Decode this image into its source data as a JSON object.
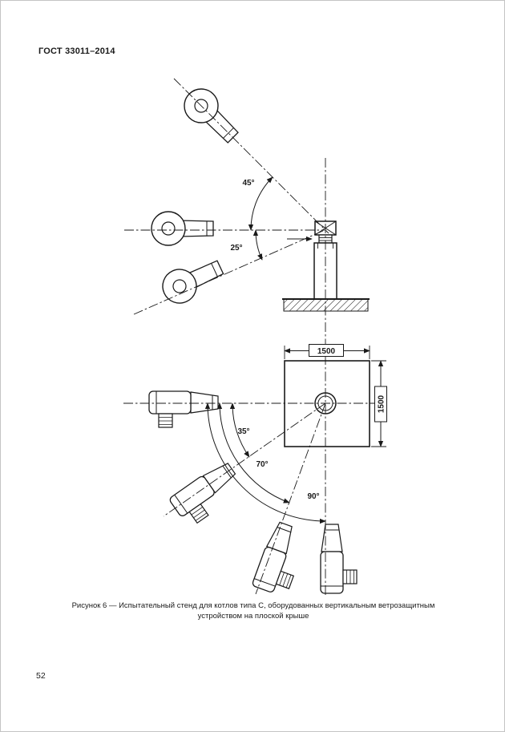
{
  "page": {
    "header": "ГОСТ 33011–2014",
    "page_number": "52"
  },
  "figure": {
    "caption_line1": "Рисунок 6 — Испытательный стенд для котлов типа С, оборудованных вертикальным ветрозащитным",
    "caption_line2": "устройством на плоской крыше",
    "ink_color": "#1a1a1a",
    "elevation": {
      "angle_labels": {
        "a45": "45°",
        "a25": "25°"
      }
    },
    "plan": {
      "angle_labels": {
        "a35": "35°",
        "a70": "70°",
        "a90": "90°"
      },
      "dim_width": "1500",
      "dim_height": "1500"
    }
  }
}
